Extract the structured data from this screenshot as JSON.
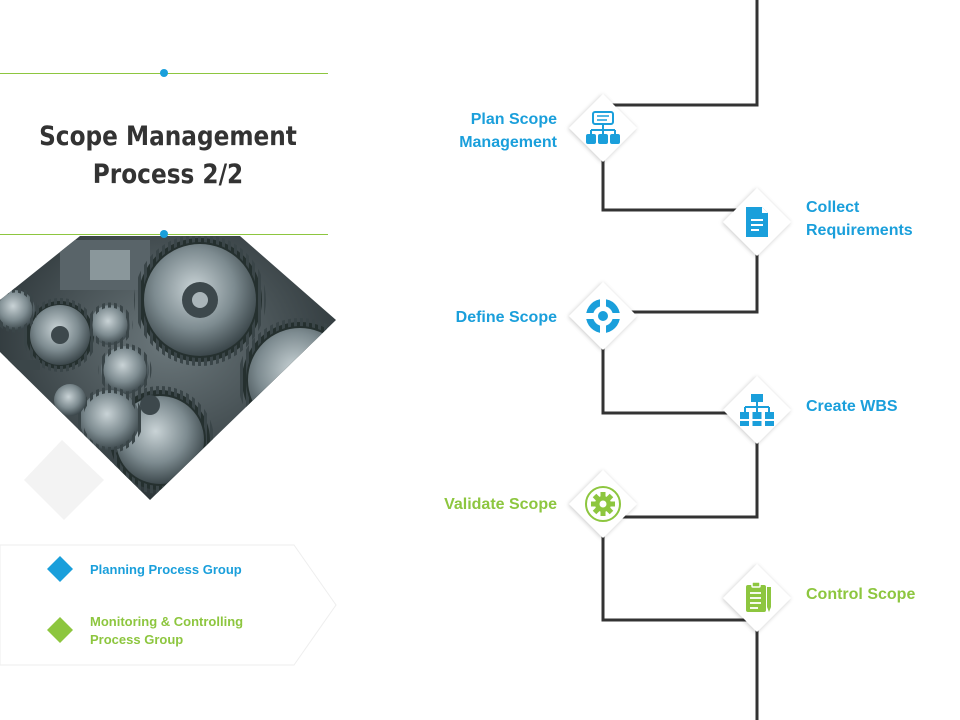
{
  "slide": {
    "title_line1": "Scope Management",
    "title_line2": "Process 2/2"
  },
  "colors": {
    "planning": "#1a9fdb",
    "monitoring": "#8dc63f",
    "connector": "#333333",
    "title": "#333333"
  },
  "legend": {
    "items": [
      {
        "label_line1": "Planning Process Group",
        "label_line2": "",
        "color": "#1a9fdb"
      },
      {
        "label_line1": "Monitoring & Controlling",
        "label_line2": "Process Group",
        "color": "#8dc63f"
      }
    ]
  },
  "steps": [
    {
      "label_line1": "Plan Scope",
      "label_line2": "Management",
      "group": "planning",
      "icon": "hierarchy-icon"
    },
    {
      "label_line1": "Collect",
      "label_line2": "Requirements",
      "group": "planning",
      "icon": "document-icon"
    },
    {
      "label_line1": "Define Scope",
      "label_line2": "",
      "group": "planning",
      "icon": "target-icon"
    },
    {
      "label_line1": "Create WBS",
      "label_line2": "",
      "group": "planning",
      "icon": "org-chart-icon"
    },
    {
      "label_line1": "Validate Scope",
      "label_line2": "",
      "group": "monitoring",
      "icon": "gear-icon"
    },
    {
      "label_line1": "Control Scope",
      "label_line2": "",
      "group": "monitoring",
      "icon": "clipboard-icon"
    }
  ]
}
